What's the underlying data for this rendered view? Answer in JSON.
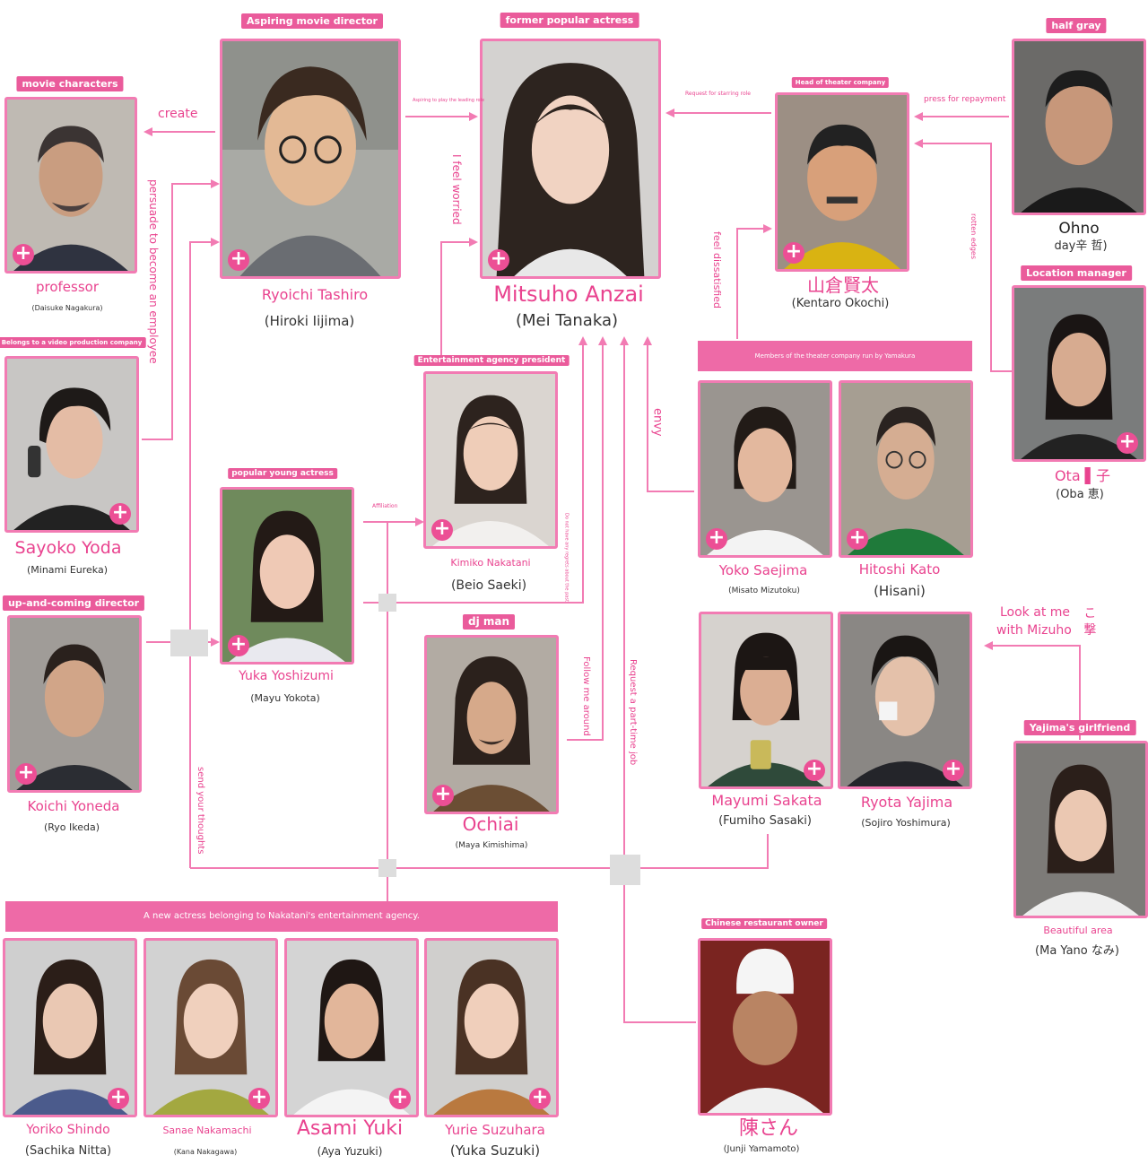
{
  "tags": {
    "tashiro": "Aspiring movie director",
    "anzai": "former popular actress",
    "ohno": "half gray",
    "movie": "movie characters",
    "okura": "Head of theater company",
    "yoda": "Belongs to a video production company",
    "ota": "Location manager",
    "nakatani": "Entertainment agency president",
    "yoshizumi": "popular young actress",
    "yoneda": "up-and-coming director",
    "ochiai": "dj man",
    "girlfriend": "Yajima's girlfriend",
    "chen": "Chinese restaurant owner"
  },
  "bands": {
    "theater": "Members of the theater company run by Yamakura",
    "agency": "A new actress belonging to Nakatani's entertainment agency."
  },
  "people": {
    "tashiro": {
      "name": "Ryoichi Tashiro",
      "actor": "(Hiroki Iijima)"
    },
    "anzai": {
      "name": "Mitsuho Anzai",
      "actor": "(Mei Tanaka)"
    },
    "okura": {
      "name": "山倉賢太",
      "actor": "(Kentaro Okochi)"
    },
    "ohno": {
      "name": "Ohno",
      "actor": "day辛 哲)"
    },
    "professor": {
      "name": "professor",
      "actor": "(Daisuke Nagakura)"
    },
    "yoda": {
      "name": "Sayoko Yoda",
      "actor": "(Minami Eureka)"
    },
    "ota": {
      "name": "Ota ▌子",
      "actor": "(Oba 恵)"
    },
    "nakatani": {
      "name": "Kimiko Nakatani",
      "actor": "(Beio Saeki)"
    },
    "yoshizumi": {
      "name": "Yuka Yoshizumi",
      "actor": "(Mayu Yokota)"
    },
    "saejima": {
      "name": "Yoko Saejima",
      "actor": "(Misato Mizutoku)"
    },
    "kato": {
      "name": "Hitoshi Kato",
      "actor": "(Hisani)"
    },
    "yoneda": {
      "name": "Koichi Yoneda",
      "actor": "(Ryo Ikeda)"
    },
    "ochiai": {
      "name": "Ochiai",
      "actor": "(Maya Kimishima)"
    },
    "sakata": {
      "name": "Mayumi Sakata",
      "actor": "(Fumiho Sasaki)"
    },
    "yajima": {
      "name": "Ryota Yajima",
      "actor": "(Sojiro Yoshimura)"
    },
    "girlfriend": {
      "name": "Beautiful area",
      "actor": "(Ma Yano なみ)"
    },
    "shindo": {
      "name": "Yoriko Shindo",
      "actor": "(Sachika Nitta)"
    },
    "nakamachi": {
      "name": "Sanae Nakamachi",
      "actor": "(Kana Nakagawa)"
    },
    "yuki": {
      "name": "Asami Yuki",
      "actor": "(Aya Yuzuki)"
    },
    "suzuhara": {
      "name": "Yurie Suzuhara",
      "actor": "(Yuka Suzuki)"
    },
    "chen": {
      "name": "陳さん",
      "actor": "(Junji Yamamoto)"
    }
  },
  "relations": {
    "create": "create",
    "persuade": "persuade to become an employee",
    "aspiring_role": "Aspiring to play the leading role",
    "worried": "I feel worried",
    "starring_role": "Request for starring role",
    "repayment": "press for repayment",
    "dissatisfied": "feel dissatisfied",
    "rotten": "rotten edges",
    "envy": "envy",
    "affiliation": "Affiliation",
    "no_regrets": "Do not have any regrets about the past",
    "follow": "Follow me around",
    "parttime": "Request a part-time job",
    "look_line1": "Look at me",
    "look_line2": "with Mizuho",
    "look_glyph": "こ 撃",
    "thoughts": "send your thoughts"
  },
  "colors": {
    "accent": "#e9438f",
    "line": "#f27bb3",
    "band": "#ee6aa7"
  }
}
